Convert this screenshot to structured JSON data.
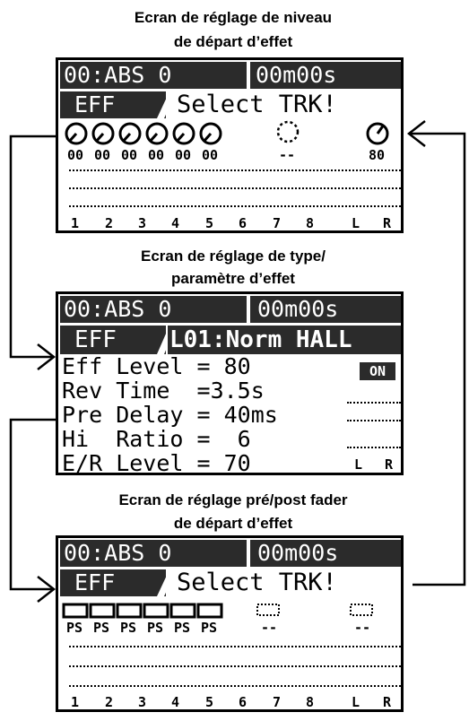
{
  "headings": {
    "screen1_line1": "Ecran de réglage de niveau",
    "screen1_line2": "de départ d’effet",
    "screen2_line1": "Ecran de réglage de type/",
    "screen2_line2": "paramètre d’effet",
    "screen3_line1": "Ecran de réglage pré/post fader",
    "screen3_line2": "de départ d’effet"
  },
  "screen1": {
    "position": "00:ABS 0",
    "time": "00m00s",
    "mode": "EFF",
    "message": "Select TRK!",
    "knob_values": [
      "00",
      "00",
      "00",
      "00",
      "00",
      "00",
      "--",
      "80"
    ],
    "track_labels": [
      "1",
      "2",
      "3",
      "4",
      "5",
      "6",
      "7",
      "8",
      "L",
      "R"
    ]
  },
  "screen2": {
    "position": "00:ABS 0",
    "time": "00m00s",
    "mode": "EFF",
    "program": "L01:Norm HALL",
    "status": "ON",
    "params": [
      "Eff Level = 80",
      "Rev Time  =3.5s",
      "Pre Delay = 40ms",
      "Hi  Ratio =  6",
      "E/R Level = 70"
    ],
    "lr_labels": [
      "L",
      "R"
    ]
  },
  "screen3": {
    "position": "00:ABS 0",
    "time": "00m00s",
    "mode": "EFF",
    "message": "Select TRK!",
    "fader_labels": [
      "PS",
      "PS",
      "PS",
      "PS",
      "PS",
      "PS",
      "--",
      "--"
    ],
    "track_labels": [
      "1",
      "2",
      "3",
      "4",
      "5",
      "6",
      "7",
      "8",
      "L",
      "R"
    ]
  },
  "colors": {
    "lcd_dark": "#2b2b2b",
    "line": "#000000",
    "background": "#ffffff"
  }
}
